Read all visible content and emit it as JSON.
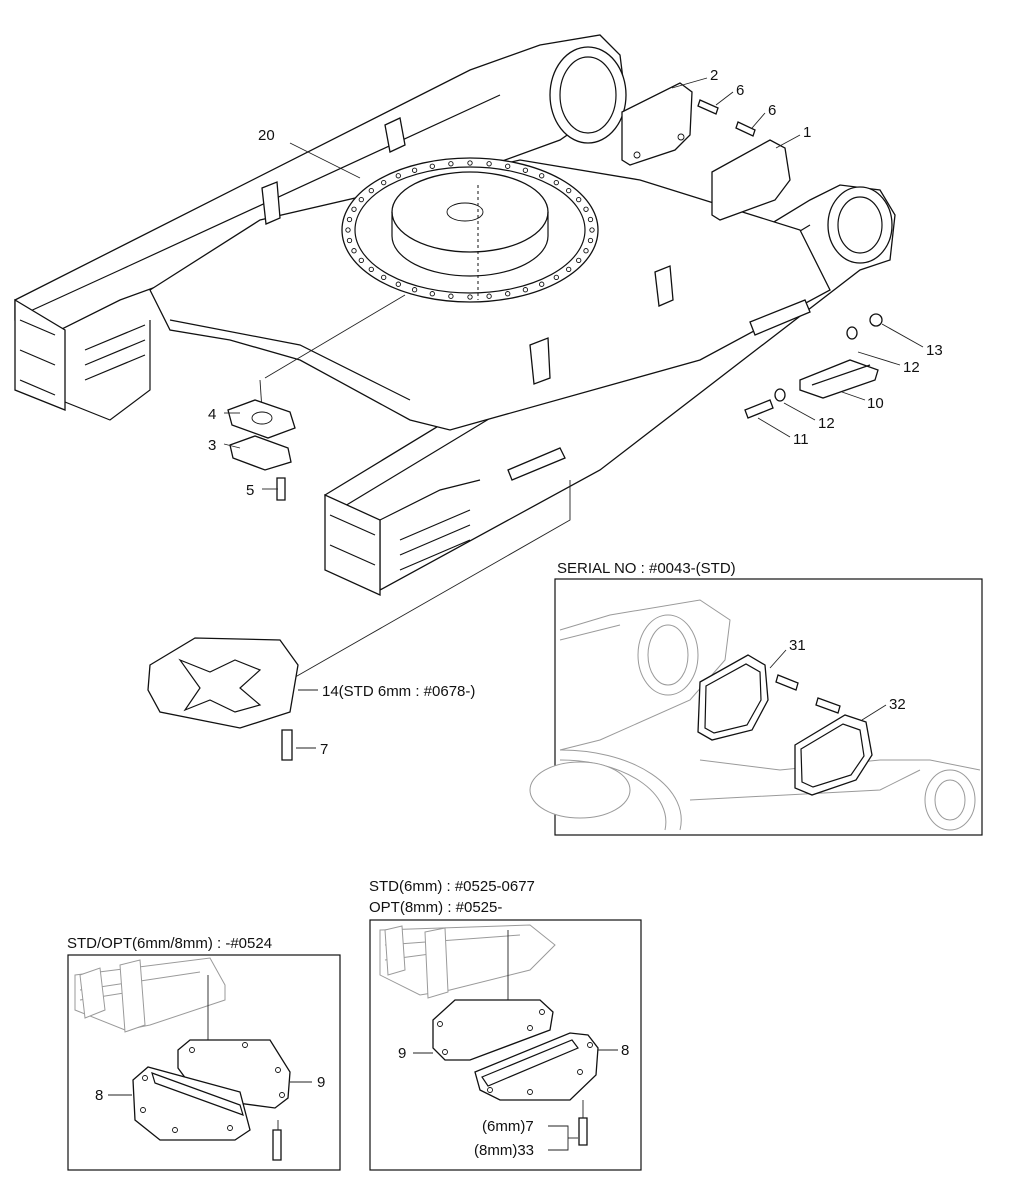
{
  "labels": {
    "l1": "1",
    "l2": "2",
    "l3": "3",
    "l4": "4",
    "l5": "5",
    "l6a": "6",
    "l6b": "6",
    "l7": "7",
    "l10": "10",
    "l11": "11",
    "l12a": "12",
    "l12b": "12",
    "l13": "13",
    "l14": "14(STD 6mm : #0678-)",
    "l20": "20",
    "l31": "31",
    "l32": "32",
    "l8a": "8",
    "l9a": "9",
    "l8b": "8",
    "l9b": "9",
    "l7mm": "(6mm)7",
    "l33mm": "(8mm)33"
  },
  "captions": {
    "serial": "SERIAL NO : #0043-(STD)",
    "stdopt": "STD/OPT(6mm/8mm) : -#0524",
    "std6": "STD(6mm) : #0525-0677",
    "opt8": "OPT(8mm) : #0525-"
  }
}
